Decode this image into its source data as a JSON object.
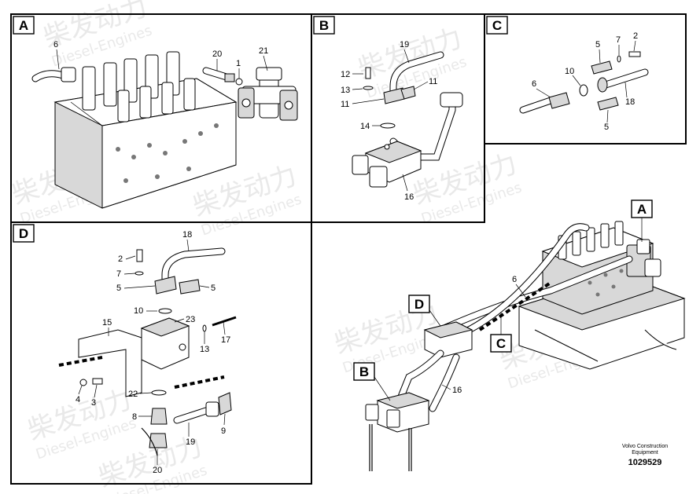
{
  "watermark": {
    "title": "柴发动力",
    "subtitle": "Diesel-Engines"
  },
  "panels": {
    "A": {
      "label": "A",
      "callouts": [
        "6",
        "20",
        "1",
        "21"
      ]
    },
    "B": {
      "label": "B",
      "callouts": [
        "19",
        "12",
        "13",
        "11",
        "11",
        "14",
        "16"
      ]
    },
    "C": {
      "label": "C",
      "callouts": [
        "5",
        "7",
        "2",
        "10",
        "6",
        "18",
        "5"
      ]
    },
    "D": {
      "label": "D",
      "callouts": [
        "18",
        "2",
        "7",
        "5",
        "5",
        "10",
        "15",
        "23",
        "13",
        "17",
        "4",
        "3",
        "22",
        "8",
        "9",
        "19",
        "20"
      ]
    },
    "overview": {
      "labels": [
        "A",
        "B",
        "C",
        "D"
      ],
      "callouts": [
        "6",
        "16"
      ]
    }
  },
  "footer": {
    "credit_line1": "Volvo Construction",
    "credit_line2": "Equipment",
    "part_number": "1029529"
  }
}
